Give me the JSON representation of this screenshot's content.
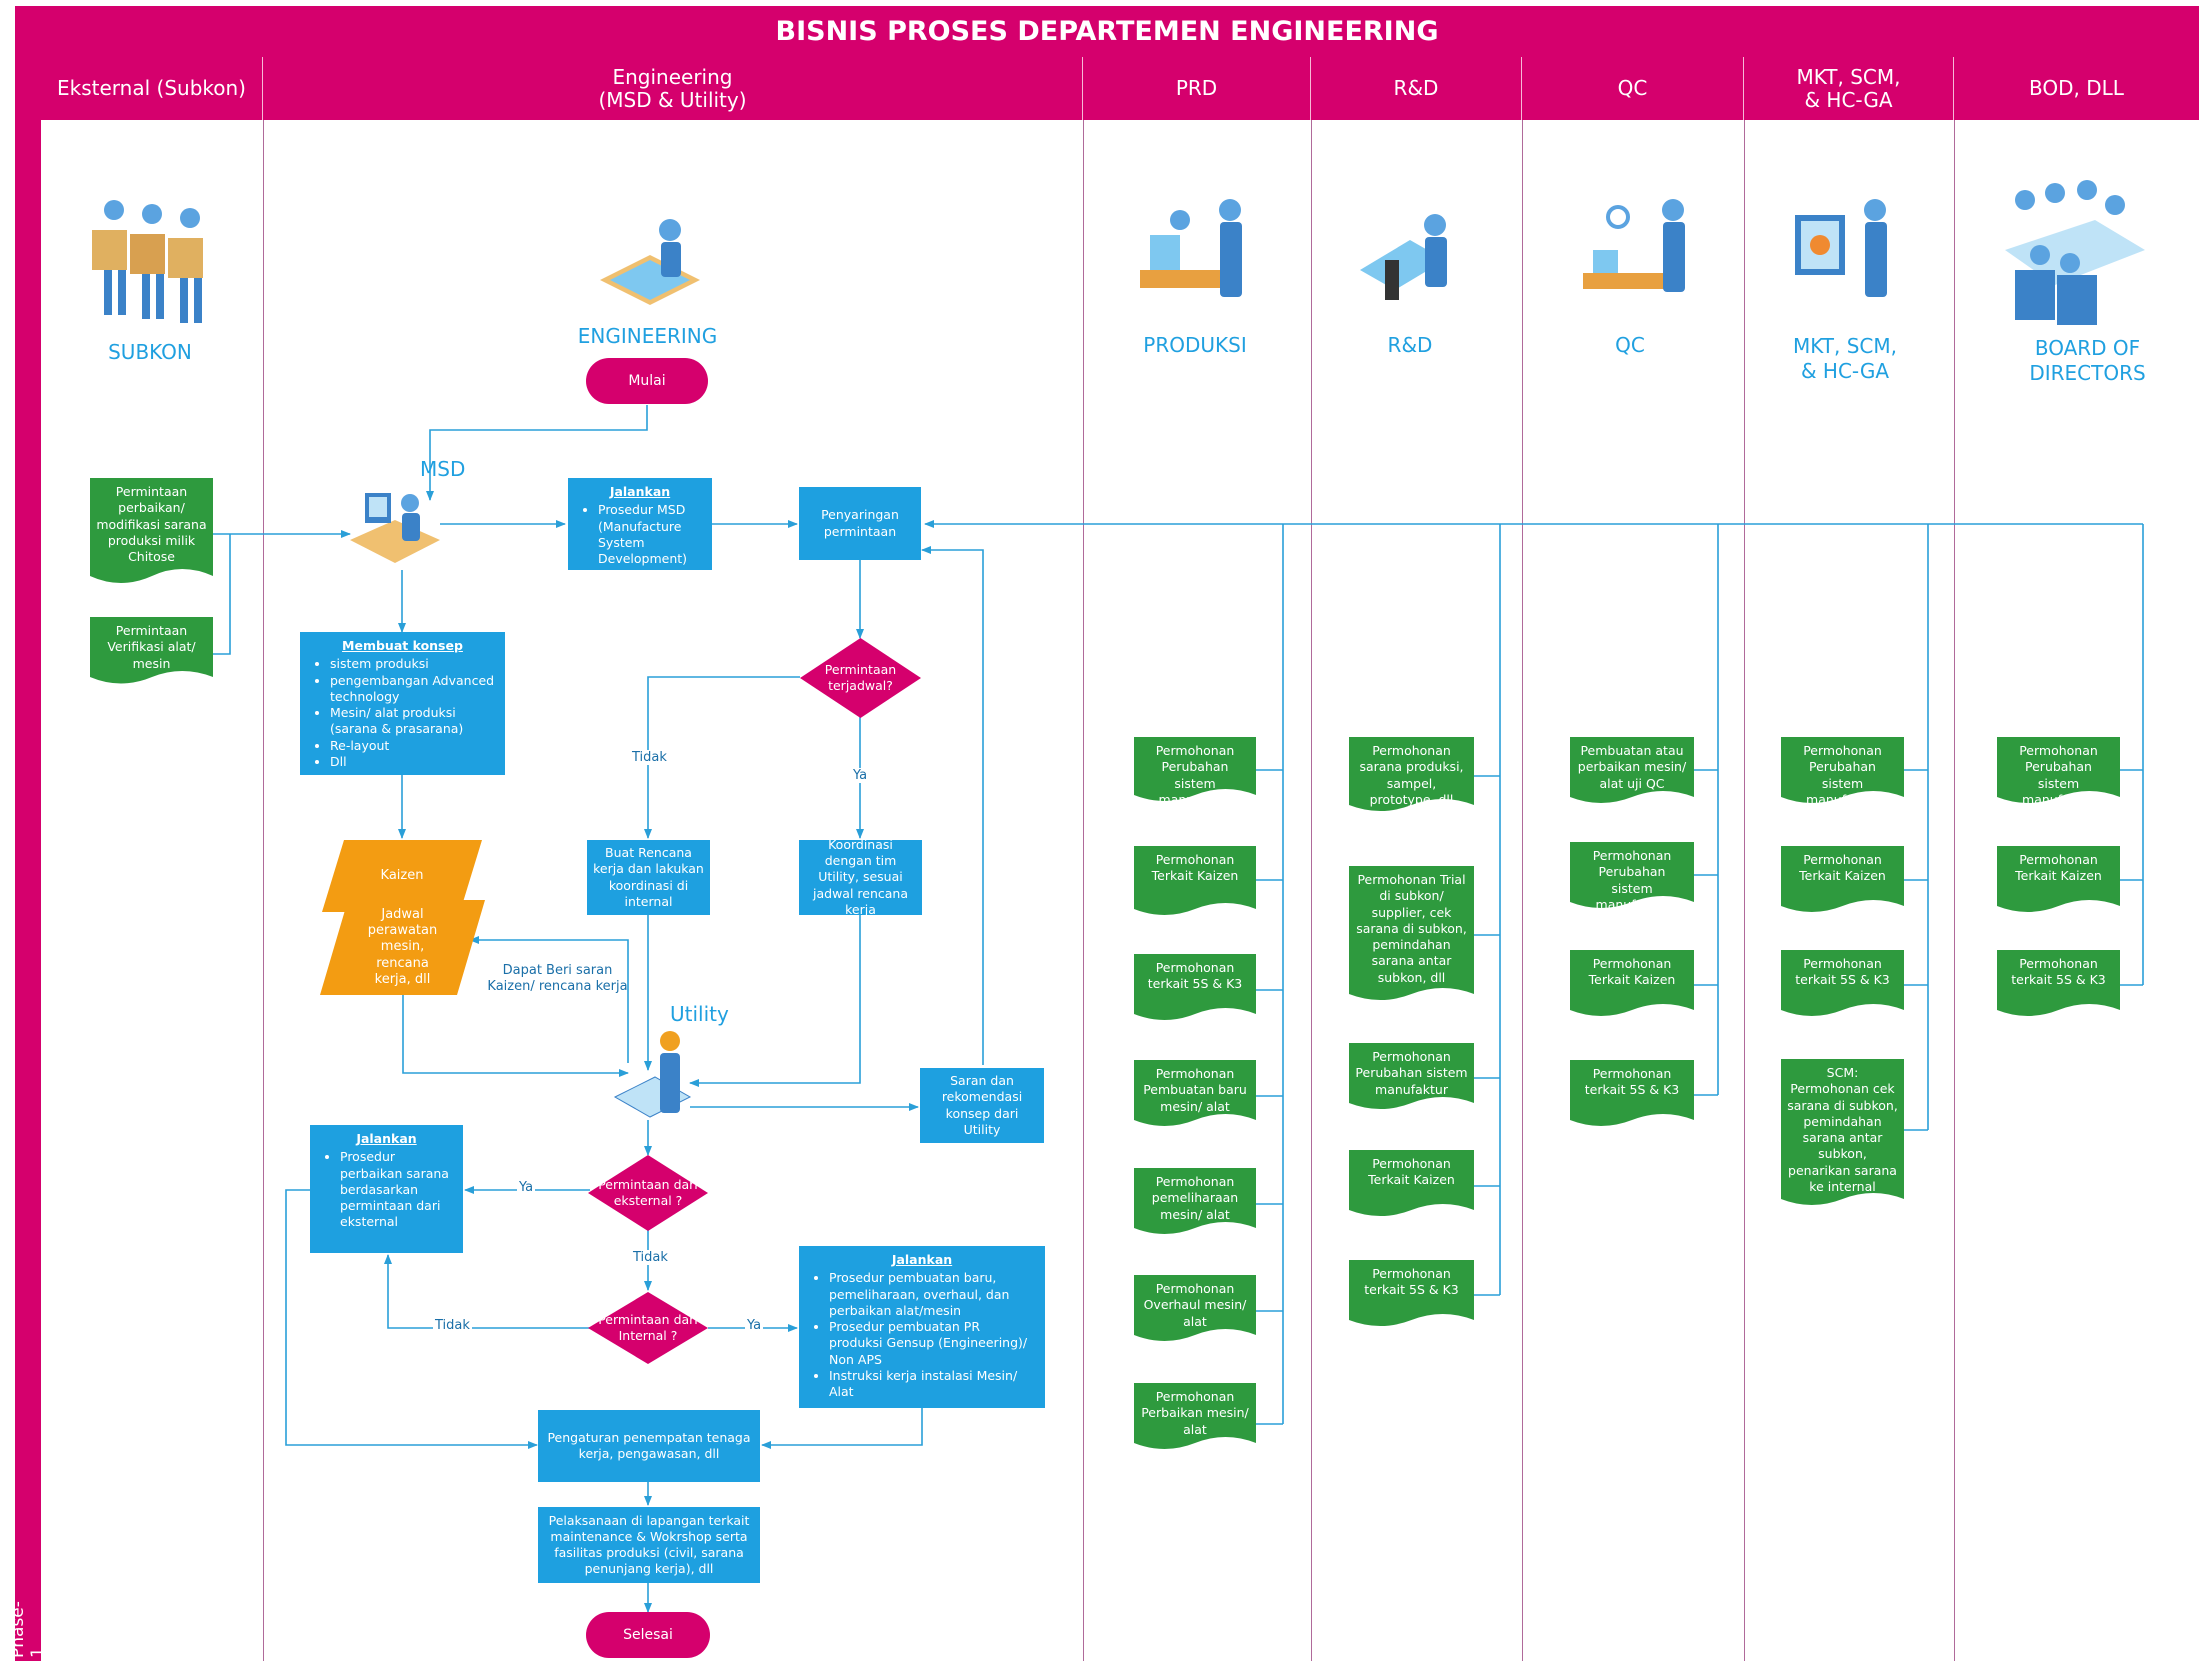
{
  "title": "BISNIS PROSES DEPARTEMEN ENGINEERING",
  "phase_label": "Phase-1",
  "lanes": [
    {
      "id": "eksternal",
      "header": "Eksternal (Subkon)"
    },
    {
      "id": "engineering",
      "header": "Engineering\n(MSD & Utility)"
    },
    {
      "id": "prd",
      "header": "PRD"
    },
    {
      "id": "rnd",
      "header": "R&D"
    },
    {
      "id": "qc",
      "header": "QC"
    },
    {
      "id": "mkt",
      "header": "MKT, SCM,\n& HC-GA"
    },
    {
      "id": "bod",
      "header": "BOD, DLL"
    }
  ],
  "actors": {
    "subkon": "SUBKON",
    "engineering": "ENGINEERING",
    "produksi": "PRODUKSI",
    "rnd": "R&D",
    "qc": "QC",
    "mkt": "MKT, SCM,\n& HC-GA",
    "bod": "BOARD OF\nDIRECTORS",
    "msd": "MSD",
    "utility": "Utility"
  },
  "flow": {
    "start": "Mulai",
    "end": "Selesai",
    "ext_doc1": "Permintaan perbaikan/ modifikasi sarana produksi milik Chitose",
    "ext_doc2": "Permintaan Verifikasi alat/ mesin",
    "jalankan_msd": {
      "heading": "Jalankan",
      "items": [
        "Prosedur MSD (Manufacture System Development)"
      ]
    },
    "penyaringan": "Penyaringan permintaan",
    "decision_terjadwal": "Permintaan terjadwal?",
    "label_tidak_1": "Tidak",
    "label_ya_1": "Ya",
    "buat_rencana": "Buat Rencana kerja dan lakukan koordinasi di internal",
    "koordinasi": "Koordinasi dengan tim Utility, sesuai jadwal rencana kerja",
    "membuat_konsep": {
      "heading": "Membuat konsep",
      "items": [
        "sistem produksi",
        "pengembangan Advanced technology",
        "Mesin/ alat produksi (sarana & prasarana)",
        "Re-layout",
        "Dll"
      ]
    },
    "kaizen": "Kaizen",
    "jadwal_perawatan": "Jadwal perawatan mesin, rencana kerja, dll",
    "label_saran": "Dapat Beri saran Kaizen/ rencana kerja",
    "saran_rekomendasi": "Saran dan rekomendasi konsep dari Utility",
    "decision_eksternal": "Permintaan dari eksternal ?",
    "label_ya_2": "Ya",
    "label_tidak_2": "Tidak",
    "jalankan_eksternal": {
      "heading": "Jalankan",
      "items": [
        "Prosedur perbaikan sarana berdasarkan permintaan dari eksternal"
      ]
    },
    "decision_internal": "Permintaan dari Internal ?",
    "label_tidak_3": "Tidak",
    "label_ya_3": "Ya",
    "jalankan_internal": {
      "heading": "Jalankan",
      "items": [
        "Prosedur pembuatan baru, pemeliharaan, overhaul, dan perbaikan alat/mesin",
        "Prosedur pembuatan PR produksi Gensup (Engineering)/ Non APS",
        "Instruksi kerja instalasi Mesin/ Alat"
      ]
    },
    "pengaturan": "Pengaturan penempatan tenaga kerja, pengawasan, dll",
    "pelaksanaan": "Pelaksanaan di lapangan terkait maintenance & Wokrshop serta fasilitas produksi (civil, sarana penunjang kerja), dll"
  },
  "requests": {
    "prd": [
      "Permohonan Perubahan sistem manufaktur",
      "Permohonan Terkait Kaizen",
      "Permohonan terkait 5S & K3",
      "Permohonan Pembuatan baru mesin/ alat",
      "Permohonan pemeliharaan mesin/ alat",
      "Permohonan Overhaul mesin/ alat",
      "Permohonan Perbaikan mesin/ alat"
    ],
    "rnd": [
      "Permohonan sarana produksi, sampel, prototype, dll",
      "Permohonan Trial di subkon/ supplier, cek sarana di subkon, pemindahan sarana antar subkon, dll",
      "Permohonan Perubahan sistem manufaktur",
      "Permohonan Terkait Kaizen",
      "Permohonan terkait 5S & K3"
    ],
    "qc": [
      "Pembuatan atau perbaikan mesin/ alat uji QC",
      "Permohonan Perubahan sistem manufaktur",
      "Permohonan Terkait Kaizen",
      "Permohonan terkait 5S & K3"
    ],
    "mkt": [
      "Permohonan Perubahan sistem manufaktur",
      "Permohonan Terkait Kaizen",
      "Permohonan terkait 5S & K3",
      "SCM: Permohonan cek sarana di subkon, pemindahan sarana antar subkon, penarikan sarana ke internal"
    ],
    "bod": [
      "Permohonan Perubahan sistem manufaktur",
      "Permohonan Terkait Kaizen",
      "Permohonan terkait 5S & K3"
    ]
  },
  "colors": {
    "magenta": "#d5006d",
    "blue": "#1ea0e0",
    "green": "#2e9a3e",
    "orange": "#f39c12",
    "connector": "#2a9fd8",
    "lane_separator": "#b06a9a"
  },
  "icons": [
    "subkon-group-icon",
    "engineer-desk-icon",
    "production-line-icon",
    "lab-microscope-icon",
    "qc-inspection-icon",
    "presentation-icon",
    "board-meeting-icon",
    "msd-workstation-icon",
    "utility-worker-icon"
  ]
}
